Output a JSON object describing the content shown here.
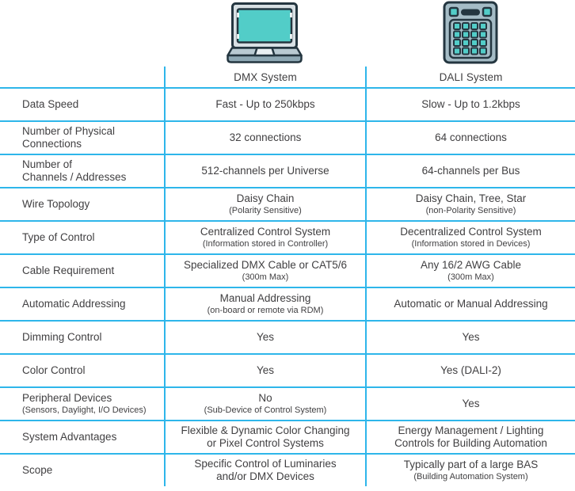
{
  "theme": {
    "accent_color": "#2eb6ea",
    "text_color": "#414042",
    "background": "#ffffff",
    "icon_outline": "#243640",
    "icon_teal": "#52cdc8",
    "icon_body_gray": "#a5bcc6",
    "icon_light_gray": "#d8e0e4",
    "icon_top_gray": "#b9cad2",
    "icon_base_gray": "#8fa9b5",
    "icon_trackpad": "#e9eff2"
  },
  "icons": [
    {
      "name": "laptop-icon",
      "represents": "DMX System"
    },
    {
      "name": "keypad-icon",
      "represents": "DALI System"
    }
  ],
  "chart_data": {
    "type": "table",
    "columns": [
      "",
      "DMX System",
      "DALI System"
    ],
    "rows": [
      {
        "label": "Data Speed",
        "label_sub": "",
        "dmx": "Fast - Up to 250kbps",
        "dmx_sub": "",
        "dali": "Slow - Up to 1.2kbps",
        "dali_sub": ""
      },
      {
        "label": "Number of Physical\nConnections",
        "label_sub": "",
        "dmx": "32 connections",
        "dmx_sub": "",
        "dali": "64 connections",
        "dali_sub": ""
      },
      {
        "label": "Number of\nChannels / Addresses",
        "label_sub": "",
        "dmx": "512-channels per Universe",
        "dmx_sub": "",
        "dali": "64-channels per Bus",
        "dali_sub": ""
      },
      {
        "label": "Wire Topology",
        "label_sub": "",
        "dmx": "Daisy Chain",
        "dmx_sub": "(Polarity Sensitive)",
        "dali": "Daisy Chain, Tree, Star",
        "dali_sub": "(non-Polarity Sensitive)"
      },
      {
        "label": "Type of Control",
        "label_sub": "",
        "dmx": "Centralized Control System",
        "dmx_sub": "(Information stored in Controller)",
        "dali": "Decentralized Control System",
        "dali_sub": "(Information stored in Devices)"
      },
      {
        "label": "Cable Requirement",
        "label_sub": "",
        "dmx": "Specialized DMX Cable or CAT5/6",
        "dmx_sub": "(300m Max)",
        "dali": "Any 16/2 AWG Cable",
        "dali_sub": "(300m Max)"
      },
      {
        "label": "Automatic Addressing",
        "label_sub": "",
        "dmx": "Manual Addressing",
        "dmx_sub": "(on-board or remote via RDM)",
        "dali": "Automatic or Manual Addressing",
        "dali_sub": ""
      },
      {
        "label": "Dimming Control",
        "label_sub": "",
        "dmx": "Yes",
        "dmx_sub": "",
        "dali": "Yes",
        "dali_sub": ""
      },
      {
        "label": "Color Control",
        "label_sub": "",
        "dmx": "Yes",
        "dmx_sub": "",
        "dali": "Yes (DALI-2)",
        "dali_sub": ""
      },
      {
        "label": "Peripheral Devices",
        "label_sub": "(Sensors, Daylight, I/O Devices)",
        "dmx": "No",
        "dmx_sub": "(Sub-Device of Control System)",
        "dali": "Yes",
        "dali_sub": ""
      },
      {
        "label": "System Advantages",
        "label_sub": "",
        "dmx": "Flexible & Dynamic Color Changing\nor Pixel Control Systems",
        "dmx_sub": "",
        "dali": "Energy Management / Lighting\nControls for Building Automation",
        "dali_sub": ""
      },
      {
        "label": "Scope",
        "label_sub": "",
        "dmx": "Specific Control of Luminaries\nand/or DMX Devices",
        "dmx_sub": "",
        "dali": "Typically part of a large BAS",
        "dali_sub": "(Building Automation System)"
      }
    ]
  }
}
